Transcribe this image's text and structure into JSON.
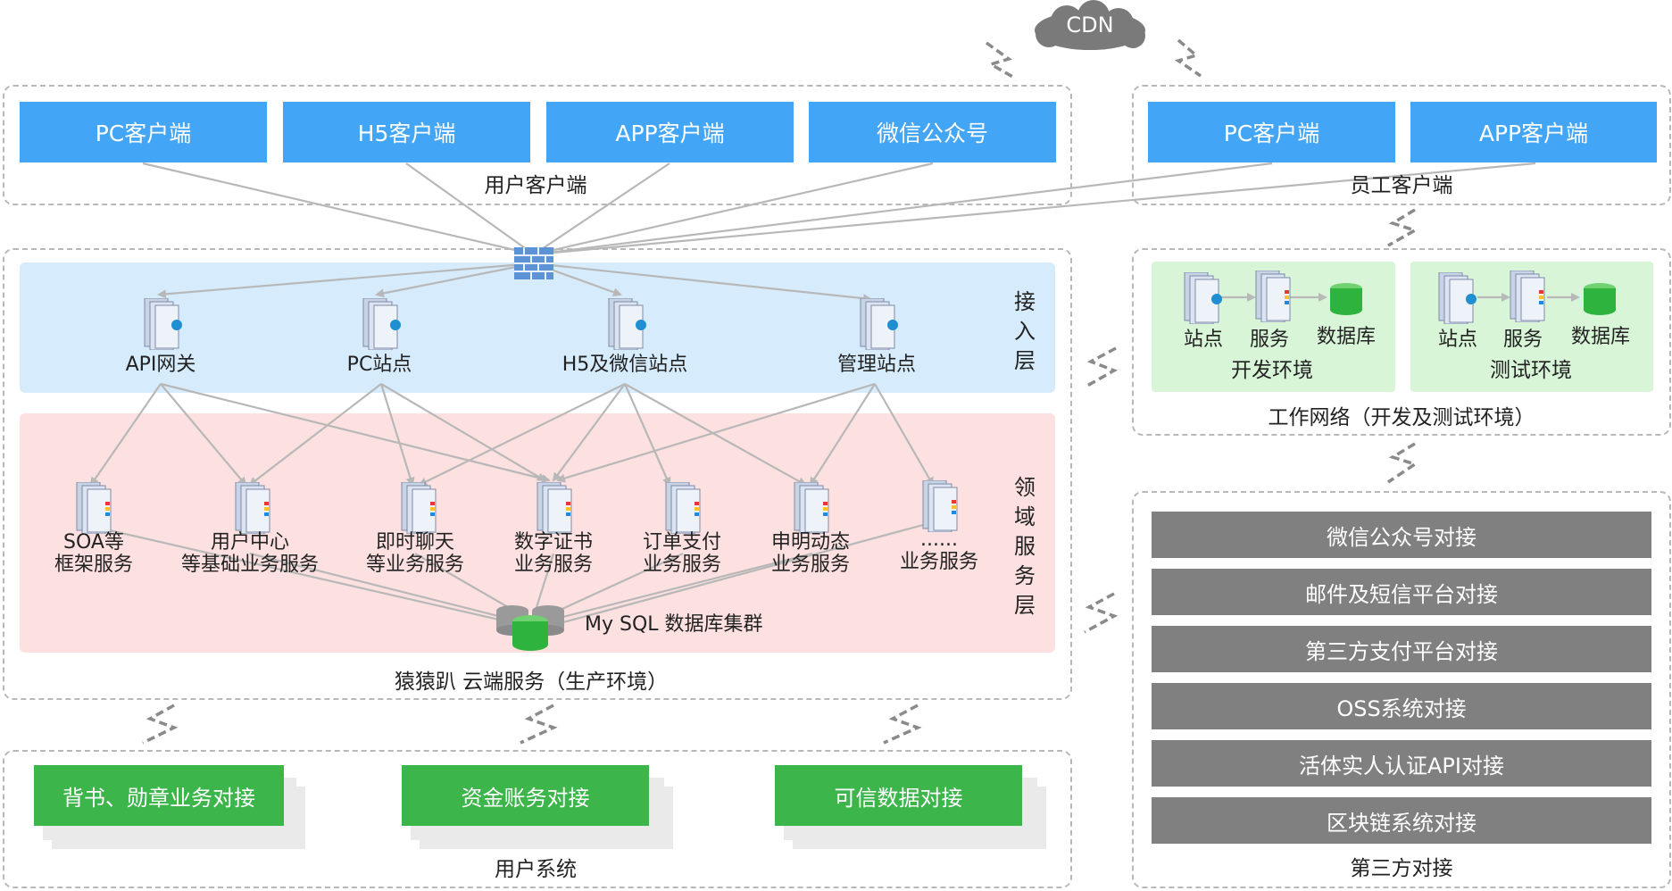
{
  "cdn": "CDN",
  "user_clients": {
    "buttons": [
      "PC客户端",
      "H5客户端",
      "APP客户端",
      "微信公众号"
    ],
    "title": "用户客户端"
  },
  "employee_clients": {
    "buttons": [
      "PC客户端",
      "APP客户端"
    ],
    "title": "员工客户端"
  },
  "cloud": {
    "access_layer_label": "接入层",
    "domain_layer_label": "领域服务层",
    "access_nodes": [
      "API网关",
      "PC站点",
      "H5及微信站点",
      "管理站点"
    ],
    "services": [
      {
        "line1": "SOA等",
        "line2": "框架服务"
      },
      {
        "line1": "用户中心",
        "line2": "等基础业务服务"
      },
      {
        "line1": "即时聊天",
        "line2": "等业务服务"
      },
      {
        "line1": "数字证书",
        "line2": "业务服务"
      },
      {
        "line1": "订单支付",
        "line2": "业务服务"
      },
      {
        "line1": "申明动态",
        "line2": "业务服务"
      },
      {
        "line1": "......",
        "line2": "业务服务"
      }
    ],
    "db_cluster": "My SQL 数据库集群",
    "title": "猿猿趴 云端服务（生产环境）"
  },
  "work_network": {
    "dev": {
      "site": "站点",
      "service": "服务",
      "db": "数据库",
      "title": "开发环境"
    },
    "test": {
      "site": "站点",
      "service": "服务",
      "db": "数据库",
      "title": "测试环境"
    },
    "title": "工作网络（开发及测试环境）"
  },
  "third_party": {
    "items": [
      "微信公众号对接",
      "邮件及短信平台对接",
      "第三方支付平台对接",
      "OSS系统对接",
      "活体实人认证API对接",
      "区块链系统对接"
    ],
    "title": "第三方对接"
  },
  "user_system": {
    "items": [
      "背书、勋章业务对接",
      "资金账务对接",
      "可信数据对接"
    ],
    "title": "用户系统"
  },
  "colors": {
    "client_blue": "#42a5f5",
    "access_band": "#d6ebfb",
    "domain_band": "#fde0e0",
    "env_green": "#d8f5d8",
    "user_system_green": "#3cb64a",
    "third_party_gray": "#808080",
    "connector_gray": "#b8b8b8"
  }
}
